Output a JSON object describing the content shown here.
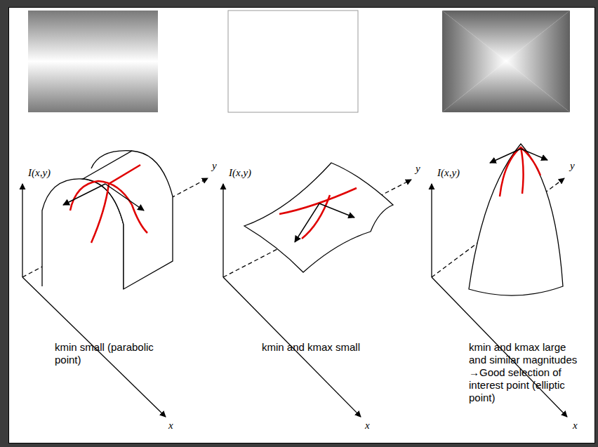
{
  "diagram": {
    "labels": [
      "I(x,y)",
      "y",
      "x",
      "I(x,y)",
      "y",
      "x",
      "I(x,y)",
      "y",
      "x",
      "kmin small (parabolic point)",
      "kmin and kmax small",
      "kmin and kmax large and similar magnitudes →Good selection of interest point (elliptic point)"
    ]
  }
}
